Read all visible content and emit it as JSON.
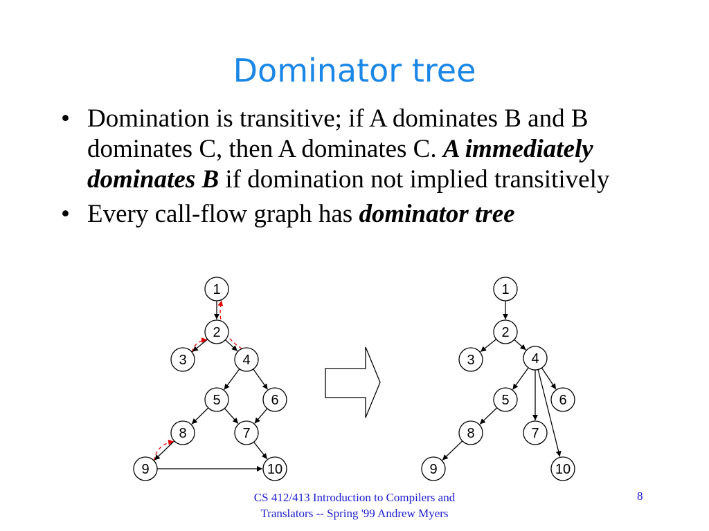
{
  "slide": {
    "title": "Dominator tree",
    "bullets": [
      {
        "marker": "•",
        "segments": [
          {
            "text": "Domination is transitive; if A dominates B and B dominates C, then A dominates C. ",
            "style": "normal"
          },
          {
            "text": "A immediately dominates B",
            "style": "bold-italic"
          },
          {
            "text": " if domination not implied transitively",
            "style": "normal"
          }
        ]
      },
      {
        "marker": "•",
        "segments": [
          {
            "text": "Every call-flow graph has ",
            "style": "normal"
          },
          {
            "text": "dominator tree",
            "style": "bold-italic"
          }
        ]
      }
    ],
    "footer": "CS 412/413 Introduction to Compilers and Translators -- Spring '99    Andrew Myers",
    "page_number": "8"
  },
  "colors": {
    "title": "#1a86e6",
    "footer": "#1a1acc",
    "dominance_edge": "#e00000"
  },
  "graph": {
    "nodes": [
      "1",
      "2",
      "3",
      "4",
      "5",
      "6",
      "7",
      "8",
      "9",
      "10"
    ],
    "edges": [
      [
        "1",
        "2"
      ],
      [
        "2",
        "3"
      ],
      [
        "2",
        "4"
      ],
      [
        "4",
        "5"
      ],
      [
        "4",
        "6"
      ],
      [
        "5",
        "7"
      ],
      [
        "6",
        "7"
      ],
      [
        "5",
        "8"
      ],
      [
        "8",
        "9"
      ],
      [
        "9",
        "10"
      ],
      [
        "7",
        "10"
      ]
    ],
    "dominance_edges": [
      [
        "3",
        "2"
      ],
      [
        "4",
        "1"
      ],
      [
        "9",
        "8"
      ]
    ]
  },
  "tree": {
    "nodes": [
      "1",
      "2",
      "3",
      "4",
      "5",
      "6",
      "7",
      "8",
      "9",
      "10"
    ],
    "edges": [
      [
        "1",
        "2"
      ],
      [
        "2",
        "3"
      ],
      [
        "2",
        "4"
      ],
      [
        "4",
        "5"
      ],
      [
        "4",
        "6"
      ],
      [
        "4",
        "7"
      ],
      [
        "4",
        "10"
      ],
      [
        "5",
        "8"
      ],
      [
        "8",
        "9"
      ]
    ]
  },
  "arrow_icon": "right-arrow-outline"
}
